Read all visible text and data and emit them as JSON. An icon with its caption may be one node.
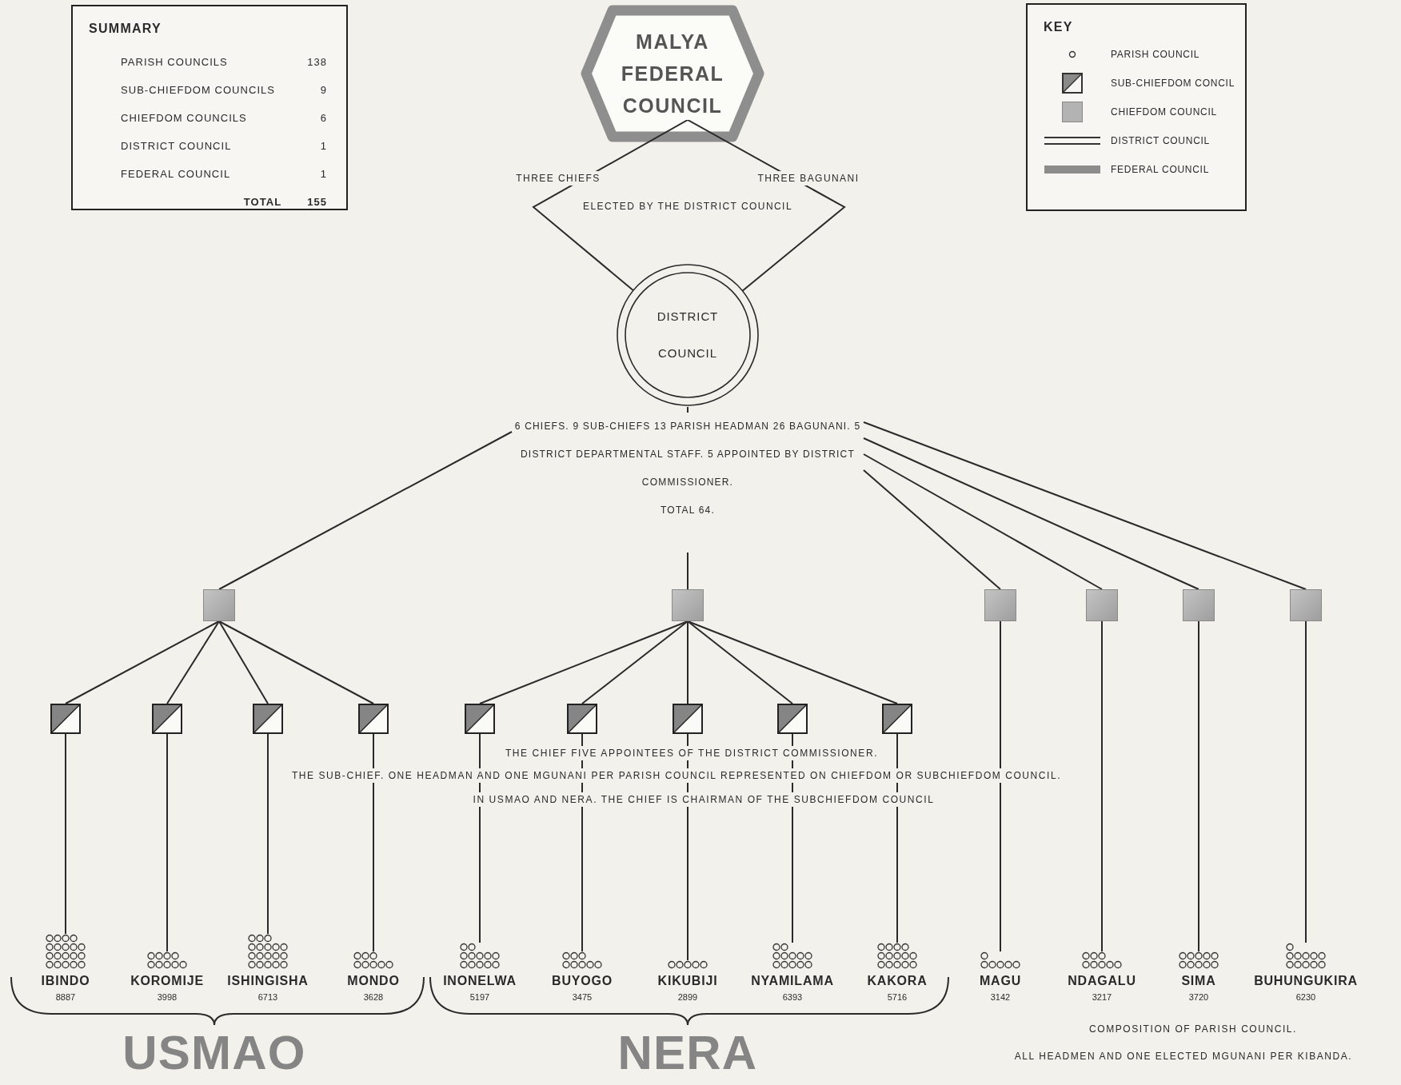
{
  "diagram": {
    "nodes": [
      {
        "text": [
          "SUMMARY",
          "PARISH COUNCILS",
          "138",
          "SUB-CHIEFDOM COUNCILS",
          "9",
          "CHIEFDOM COUNCILS",
          "6",
          "DISTRICT COUNCIL",
          "1",
          "FEDERAL COUNCIL",
          "1",
          "TOTAL",
          "155"
        ]
      },
      {
        "text": [
          "MALYA FEDERAL COUNCIL"
        ]
      },
      {
        "text": [
          "KEY"
        ]
      },
      {
        "text": [
          "THREE CHIEFS",
          "THREE BAGUNANI",
          "ELECTED BY THE DISTRICT COUNCIL"
        ]
      },
      {
        "text": [
          "DISTRICT COUNCIL"
        ]
      },
      {
        "text": [
          "6 CHIEFS. 9 SUB-CHIEFS 13 PARISH HEADMAN 26 BAGUNANI. 5 DISTRICT DEPARTMENTAL STAFF. 5 APPOINTED BY DISTRICT COMMISSIONER.",
          "TOTAL 64."
        ]
      },
      {
        "text": [],
        "shape": "box"
      },
      {
        "text": [],
        "shape": "box"
      },
      {
        "text": [],
        "shape": "box"
      },
      {
        "text": [],
        "shape": "box"
      },
      {
        "text": [],
        "shape": "box"
      },
      {
        "text": [],
        "shape": "box"
      },
      {
        "text": [],
        "shape": "box"
      },
      {
        "text": [],
        "shape": "box"
      },
      {
        "text": [],
        "shape": "box"
      },
      {
        "text": [],
        "shape": "box"
      },
      {
        "text": [],
        "shape": "box"
      },
      {
        "text": [],
        "shape": "box"
      },
      {
        "text": [],
        "shape": "box"
      },
      {
        "text": [],
        "shape": "box"
      },
      {
        "text": [],
        "shape": "box"
      },
      {
        "text": [
          "IBINDO",
          "8887"
        ]
      },
      {
        "text": [
          "KOROMIJE",
          "3998"
        ]
      },
      {
        "text": [
          "ISHINGISHA",
          "6713"
        ]
      },
      {
        "text": [
          "MONDO",
          "3628"
        ]
      },
      {
        "text": [
          "INONELWA",
          "5197"
        ]
      },
      {
        "text": [
          "BUYOGO",
          "3475"
        ]
      },
      {
        "text": [
          "KIKUBIJI",
          "2899"
        ]
      },
      {
        "text": [
          "NYAMILAMA",
          "6393"
        ]
      },
      {
        "text": [
          "KAKORA",
          "5716"
        ]
      },
      {
        "text": [
          "MAGU",
          "3142"
        ]
      },
      {
        "text": [
          "NDAGALU",
          "3217"
        ]
      },
      {
        "text": [
          "SIMA",
          "3720"
        ]
      },
      {
        "text": [
          "BUHUNGUKIRA",
          "6230"
        ]
      }
    ],
    "edges": [
      {
        "from": 4,
        "to": 5,
        "arrow": "none"
      },
      {
        "from": 5,
        "to": 6,
        "arrow": "none"
      },
      {
        "from": 5,
        "to": 7,
        "arrow": "none"
      },
      {
        "from": 5,
        "to": 8,
        "arrow": "none"
      },
      {
        "from": 5,
        "to": 9,
        "arrow": "none"
      },
      {
        "from": 5,
        "to": 10,
        "arrow": "none"
      },
      {
        "from": 5,
        "to": 11,
        "arrow": "none"
      },
      {
        "from": 6,
        "to": 12,
        "arrow": "none"
      },
      {
        "from": 6,
        "to": 13,
        "arrow": "none"
      },
      {
        "from": 6,
        "to": 14,
        "arrow": "none"
      },
      {
        "from": 6,
        "to": 15,
        "arrow": "none"
      },
      {
        "from": 7,
        "to": 16,
        "arrow": "none"
      },
      {
        "from": 7,
        "to": 17,
        "arrow": "none"
      },
      {
        "from": 7,
        "to": 18,
        "arrow": "none"
      },
      {
        "from": 7,
        "to": 19,
        "arrow": "none"
      },
      {
        "from": 7,
        "to": 20,
        "arrow": "none"
      },
      {
        "from": 12,
        "to": 21,
        "arrow": "none"
      },
      {
        "from": 13,
        "to": 22,
        "arrow": "none"
      },
      {
        "from": 14,
        "to": 23,
        "arrow": "none"
      },
      {
        "from": 15,
        "to": 24,
        "arrow": "none"
      },
      {
        "from": 16,
        "to": 25,
        "arrow": "none"
      },
      {
        "from": 17,
        "to": 26,
        "arrow": "none"
      },
      {
        "from": 18,
        "to": 27,
        "arrow": "none"
      },
      {
        "from": 19,
        "to": 28,
        "arrow": "none"
      },
      {
        "from": 20,
        "to": 29,
        "arrow": "none"
      },
      {
        "from": 8,
        "to": 30,
        "arrow": "none"
      },
      {
        "from": 9,
        "to": 31,
        "arrow": "none"
      },
      {
        "from": 10,
        "to": 32,
        "arrow": "none"
      },
      {
        "from": 11,
        "to": 33,
        "arrow": "none"
      }
    ],
    "labels": [
      "THE CHIEF FIVE APPOINTEES OF THE DISTRICT COMMISSIONER.",
      "THE SUB-CHIEF. ONE HEADMAN AND ONE MGUNANI PER PARISH COUNCIL REPRESENTED ON CHIEFDOM OR SUBCHIEFDOM COUNCIL.",
      "IN USMAO AND NERA. THE CHIEF IS CHAIRMAN OF THE SUBCHIEFDOM COUNCIL",
      "COMPOSITION OF PARISH COUNCIL.",
      "ALL HEADMEN AND ONE ELECTED MGUNANI PER KIBANDA.",
      "USMAO",
      "NERA"
    ],
    "legend": [
      {
        "text": "PARISH COUNCIL"
      },
      {
        "text": "SUB-CHIEFDOM CONCIL"
      },
      {
        "text": "CHIEFDOM COUNCIL",
        "color": "#b3b3b3"
      },
      {
        "text": "DISTRICT COUNCIL"
      },
      {
        "text": "FEDERAL COUNCIL",
        "color": "#8c8c8c"
      }
    ]
  }
}
